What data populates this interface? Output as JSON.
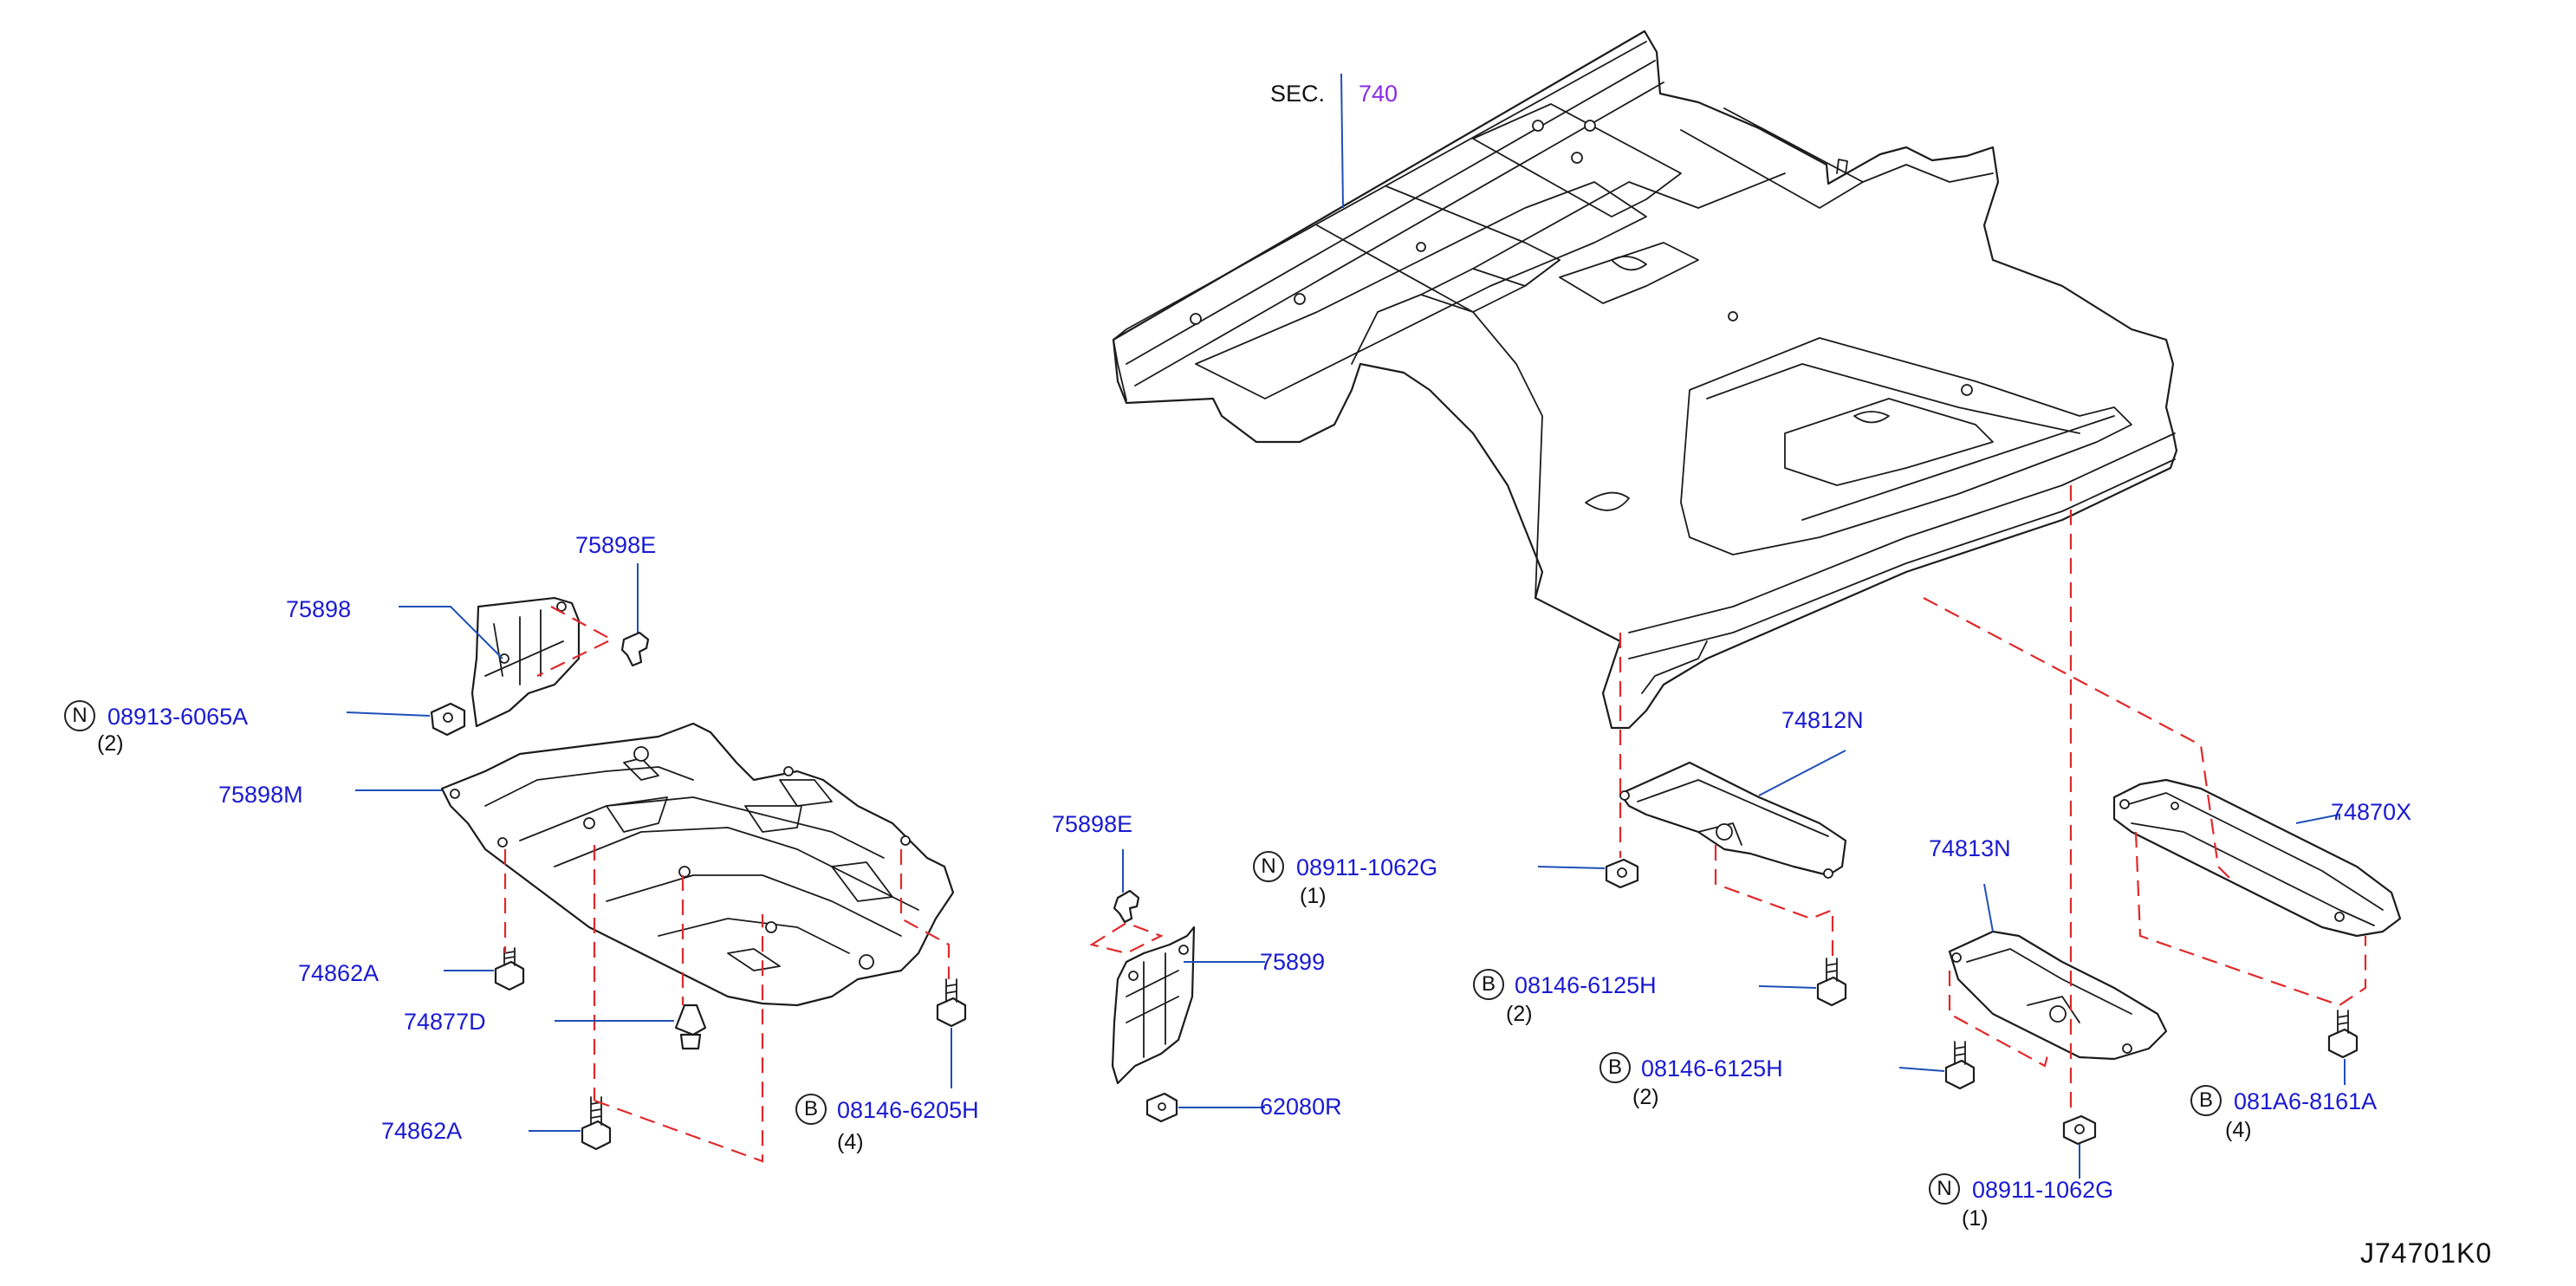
{
  "diagram": {
    "section_ref": {
      "prefix": "SEC.",
      "number": "740"
    },
    "drawing_code": "J74701K0",
    "callouts": [
      {
        "id": "c1",
        "part": "75898E"
      },
      {
        "id": "c2",
        "part": "75898"
      },
      {
        "id": "c3",
        "symbol": "N",
        "part": "08913-6065A",
        "qty": "(2)"
      },
      {
        "id": "c4",
        "part": "75898M"
      },
      {
        "id": "c5",
        "part": "74862A"
      },
      {
        "id": "c6",
        "part": "74877D"
      },
      {
        "id": "c7",
        "part": "74862A"
      },
      {
        "id": "c8",
        "symbol": "B",
        "part": "08146-6205H",
        "qty": "(4)"
      },
      {
        "id": "c9",
        "part": "75898E"
      },
      {
        "id": "c10",
        "part": "75899"
      },
      {
        "id": "c11",
        "part": "62080R"
      },
      {
        "id": "c12",
        "symbol": "N",
        "part": "08911-1062G",
        "qty": "(1)"
      },
      {
        "id": "c13",
        "part": "74812N"
      },
      {
        "id": "c14",
        "symbol": "B",
        "part": "08146-6125H",
        "qty": "(2)"
      },
      {
        "id": "c15",
        "symbol": "B",
        "part": "08146-6125H",
        "qty": "(2)"
      },
      {
        "id": "c16",
        "part": "74813N"
      },
      {
        "id": "c17",
        "symbol": "N",
        "part": "08911-1062G",
        "qty": "(1)"
      },
      {
        "id": "c18",
        "part": "74870X"
      },
      {
        "id": "c19",
        "symbol": "B",
        "part": "081A6-8161A",
        "qty": "(4)"
      }
    ]
  }
}
